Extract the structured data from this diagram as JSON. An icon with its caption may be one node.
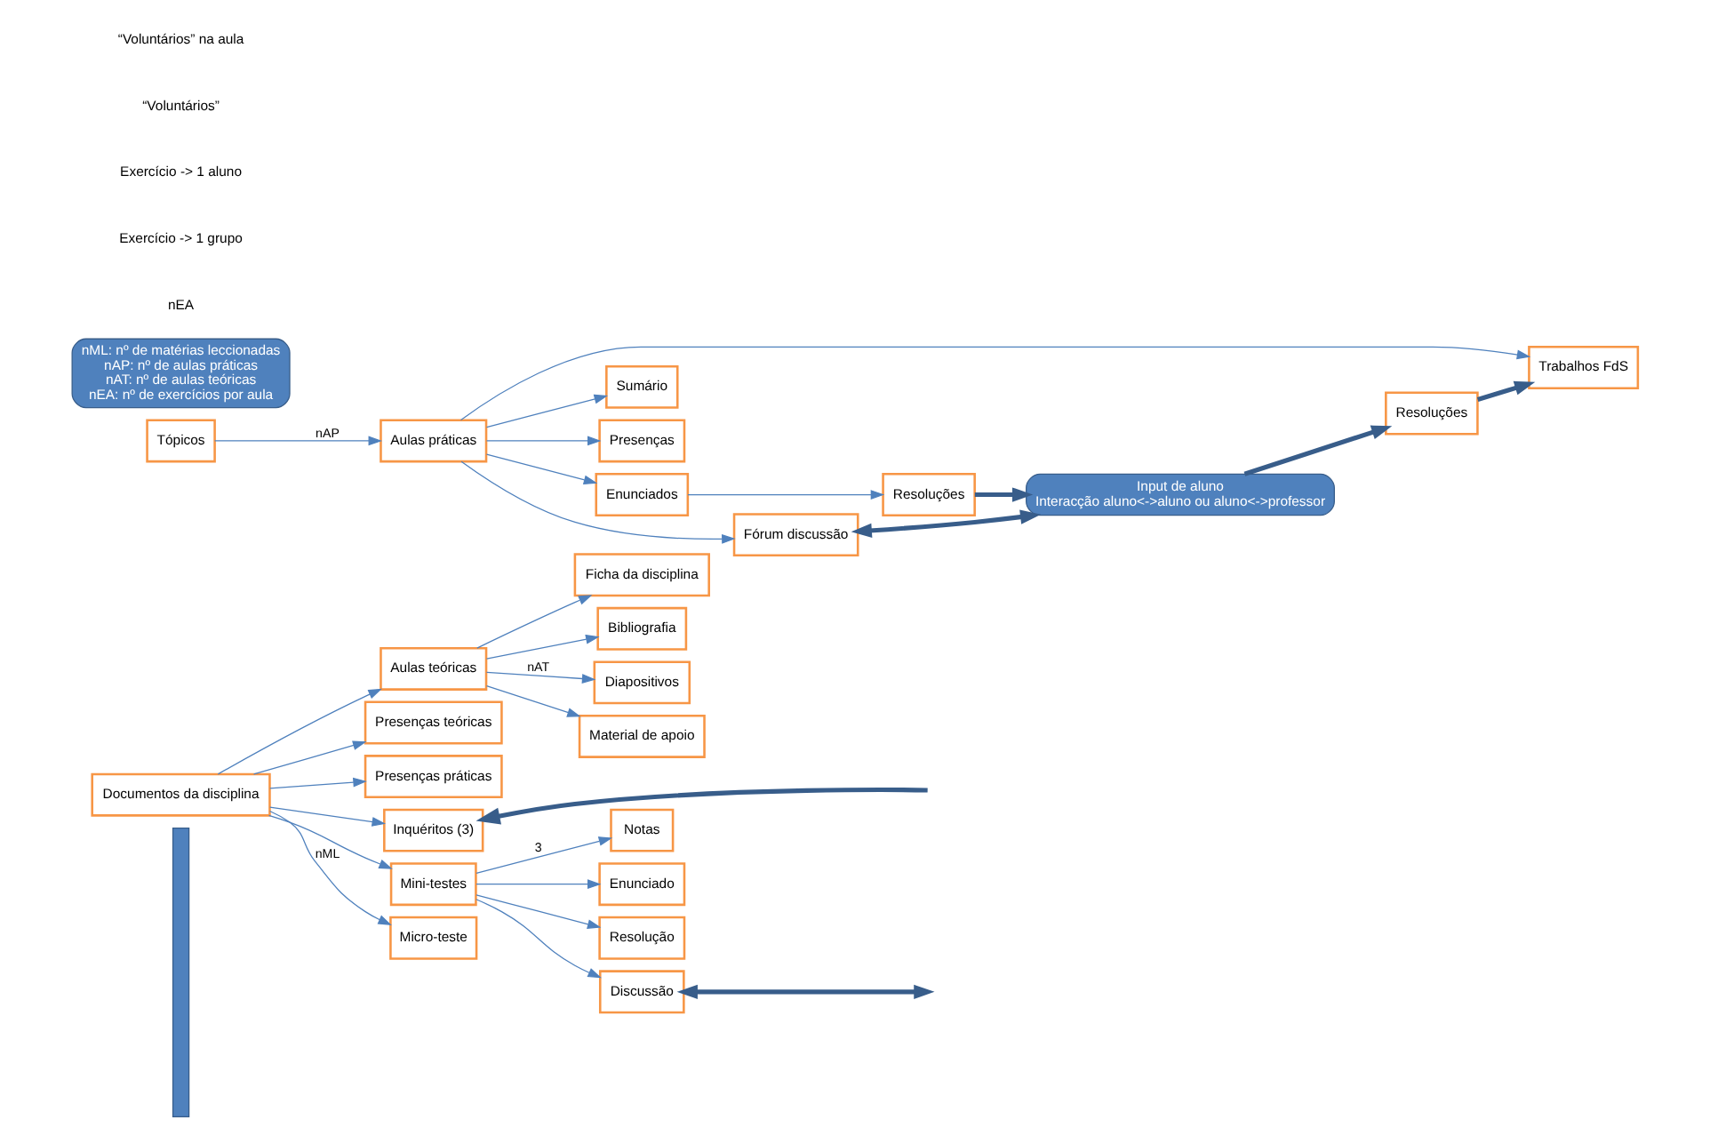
{
  "diagram": {
    "nodes": [
      {
        "text": [],
        "shape": "bar"
      },
      {
        "text": [
          "Documentos da disciplina"
        ]
      },
      {
        "text": [
          "Aulas teóricas"
        ]
      },
      {
        "text": [
          "Presenças teóricas"
        ]
      },
      {
        "text": [
          "Presenças práticas"
        ]
      },
      {
        "text": [
          "Inquéritos (3)"
        ]
      },
      {
        "text": [
          "Mini-testes"
        ]
      },
      {
        "text": [
          "Micro-teste"
        ]
      },
      {
        "text": [
          "Ficha da disciplina"
        ]
      },
      {
        "text": [
          "Bibliografia"
        ]
      },
      {
        "text": [
          "Diapositivos"
        ]
      },
      {
        "text": [
          "Material de apoio"
        ]
      },
      {
        "text": [
          "Notas"
        ]
      },
      {
        "text": [
          "Enunciado"
        ]
      },
      {
        "text": [
          "Resolução"
        ]
      },
      {
        "text": [
          "Discussão"
        ]
      },
      {
        "text": [
          "Tópicos"
        ]
      },
      {
        "text": [
          "Aulas práticas"
        ]
      },
      {
        "text": [
          "Trabalhos FdS"
        ]
      },
      {
        "text": [
          "Resoluções"
        ]
      },
      {
        "text": [
          "Sumário"
        ]
      },
      {
        "text": [
          "Presenças"
        ]
      },
      {
        "text": [
          "Enunciados"
        ]
      },
      {
        "text": [
          "Resoluções"
        ]
      },
      {
        "text": [
          "Fórum discussão"
        ]
      },
      {
        "text": [
          "nML: nº de matérias leccionadas",
          "nAP: nº de aulas práticas",
          "nAT: nº de aulas teóricas",
          "nEA: nº de exercícios por aula"
        ]
      },
      {
        "text": [
          "Input de aluno",
          "Interacção aluno<->aluno ou aluno<->professor"
        ]
      }
    ],
    "edges": [
      {
        "from": 1,
        "to": 2,
        "arrow": "to"
      },
      {
        "from": 1,
        "to": 3,
        "arrow": "to"
      },
      {
        "from": 1,
        "to": 4,
        "arrow": "to"
      },
      {
        "from": 1,
        "to": 5,
        "arrow": "to"
      },
      {
        "from": 1,
        "to": 6,
        "arrow": "to"
      },
      {
        "from": 1,
        "to": 7,
        "arrow": "to",
        "label": "nML"
      },
      {
        "from": 2,
        "to": 8,
        "arrow": "to"
      },
      {
        "from": 2,
        "to": 9,
        "arrow": "to"
      },
      {
        "from": 2,
        "to": 10,
        "arrow": "to",
        "label": "nAT"
      },
      {
        "from": 2,
        "to": 11,
        "arrow": "to"
      },
      {
        "from": 6,
        "to": 12,
        "arrow": "to",
        "label": "3"
      },
      {
        "from": 6,
        "to": 13,
        "arrow": "to"
      },
      {
        "from": 6,
        "to": 14,
        "arrow": "to"
      },
      {
        "from": 6,
        "to": 15,
        "arrow": "to"
      },
      {
        "from": 16,
        "to": 17,
        "arrow": "to",
        "label": "nAP"
      },
      {
        "from": 17,
        "to": 18,
        "arrow": "to"
      },
      {
        "from": 17,
        "to": 20,
        "arrow": "to"
      },
      {
        "from": 17,
        "to": 21,
        "arrow": "to"
      },
      {
        "from": 17,
        "to": 22,
        "arrow": "to"
      },
      {
        "from": 17,
        "to": 24,
        "arrow": "to"
      },
      {
        "from": 22,
        "to": 23,
        "arrow": "to"
      },
      {
        "from": null,
        "to": 5,
        "arrow": "to",
        "style": "thick",
        "color": "#385d8a"
      },
      {
        "from": 15,
        "to": null,
        "arrow": "both",
        "style": "thick",
        "color": "#385d8a"
      },
      {
        "from": 23,
        "to": 26,
        "arrow": "to",
        "style": "thick",
        "color": "#385d8a"
      },
      {
        "from": 24,
        "to": 26,
        "arrow": "both",
        "style": "thick",
        "color": "#385d8a"
      },
      {
        "from": 26,
        "to": 19,
        "arrow": "to",
        "style": "thick",
        "color": "#385d8a"
      },
      {
        "from": 19,
        "to": 18,
        "arrow": "to",
        "style": "thick",
        "color": "#385d8a"
      }
    ],
    "labels": [
      "“Voluntários” na aula",
      "“Voluntários”",
      "Exercício -> 1 aluno",
      "Exercício -> 1 grupo",
      "nEA"
    ]
  }
}
